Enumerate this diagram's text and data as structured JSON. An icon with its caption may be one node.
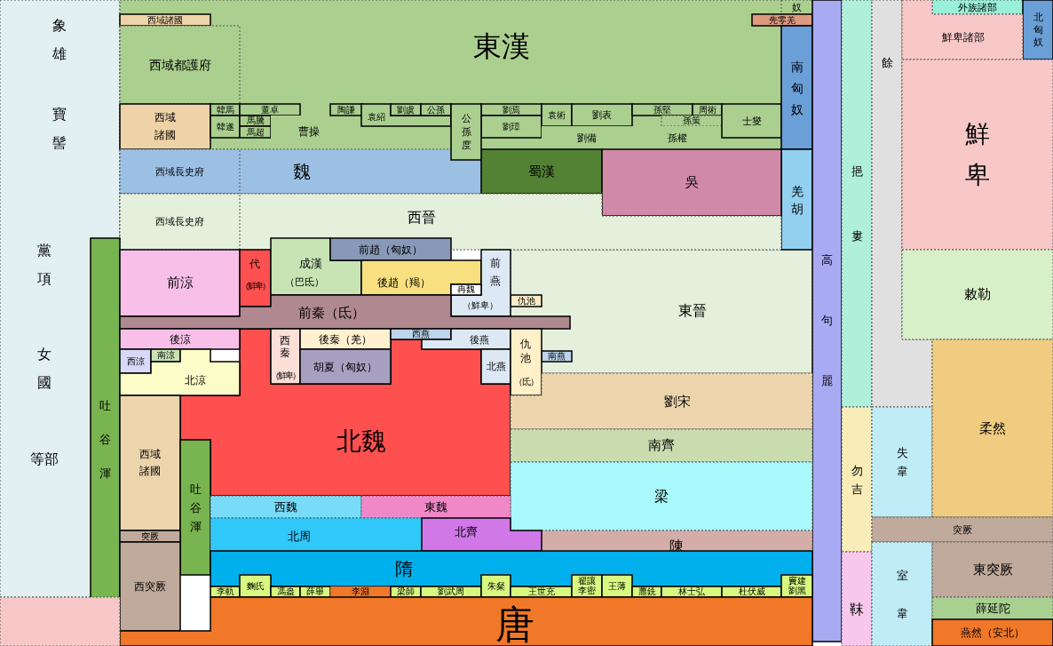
{
  "diagram": {
    "nodes": [
      {
        "text": [
          "象雄",
          "寶髻",
          "黨項",
          "女國",
          "等部"
        ]
      },
      {
        "text": [
          "東漢"
        ]
      },
      {
        "text": [
          "奴"
        ],
        "in": 1
      },
      {
        "text": [
          "西域諸國"
        ],
        "in": 1
      },
      {
        "text": [
          "先零羌"
        ],
        "in": 1
      },
      {
        "text": [
          "西域都護府"
        ],
        "in": 1
      },
      {
        "text": [
          "南匈奴"
        ]
      },
      {
        "text": [
          "西域諸國"
        ],
        "in": 1
      },
      {
        "text": [
          "韓馬"
        ],
        "in": 1
      },
      {
        "text": [
          "韓遂"
        ],
        "in": 1
      },
      {
        "text": [
          "董卓"
        ],
        "in": 1
      },
      {
        "text": [
          "馬騰"
        ],
        "in": 1
      },
      {
        "text": [
          "馬超"
        ],
        "in": 1
      },
      {
        "text": [
          "曹操"
        ],
        "in": 1
      },
      {
        "text": [
          "陶謙"
        ],
        "in": 1
      },
      {
        "text": [
          "袁紹"
        ],
        "in": 1
      },
      {
        "text": [
          "劉虞"
        ],
        "in": 1
      },
      {
        "text": [
          "公孫"
        ],
        "in": 1
      },
      {
        "text": [
          "公孫度"
        ]
      },
      {
        "text": [
          "劉焉"
        ],
        "in": 1
      },
      {
        "text": [
          "劉璋"
        ],
        "in": 1
      },
      {
        "text": [
          "袁術"
        ],
        "in": 1
      },
      {
        "text": [
          "劉表"
        ],
        "in": 1
      },
      {
        "text": [
          "劉備"
        ],
        "in": 1
      },
      {
        "text": [
          "孫堅"
        ],
        "in": 1
      },
      {
        "text": [
          "周術"
        ],
        "in": 1
      },
      {
        "text": [
          "孫策"
        ],
        "in": 1
      },
      {
        "text": [
          "孫權"
        ],
        "in": 1
      },
      {
        "text": [
          "士燮"
        ],
        "in": 1
      },
      {
        "text": [
          "羌胡"
        ]
      },
      {
        "text": [
          "高句麗"
        ]
      },
      {
        "text": [
          "挹婁"
        ]
      },
      {
        "text": [
          "勿吉"
        ]
      },
      {
        "text": [
          "靺"
        ]
      },
      {
        "text": [
          "餘"
        ]
      },
      {
        "text": [
          "外族諸部"
        ]
      },
      {
        "text": [
          "北匈奴"
        ]
      },
      {
        "text": [
          "鮮卑諸部"
        ]
      },
      {
        "text": [
          "鮮卑"
        ]
      },
      {
        "text": [
          "敕勒"
        ]
      },
      {
        "text": [
          "失韋"
        ]
      },
      {
        "text": [
          "柔然"
        ]
      },
      {
        "text": [
          "突厥"
        ]
      },
      {
        "text": [
          "室韋"
        ]
      },
      {
        "text": [
          "東突厥"
        ]
      },
      {
        "text": [
          "薛延陀"
        ]
      },
      {
        "text": [
          "燕然（安北）"
        ]
      },
      {
        "text": [
          "魏"
        ]
      },
      {
        "text": [
          "西域長史府"
        ],
        "in": 47
      },
      {
        "text": [
          "蜀漢"
        ]
      },
      {
        "text": [
          "吳"
        ]
      },
      {
        "text": [
          "西晉"
        ]
      },
      {
        "text": [
          "西域長史府"
        ],
        "in": 51
      },
      {
        "text": [
          "吐谷渾"
        ]
      },
      {
        "text": [
          "前涼"
        ]
      },
      {
        "text": [
          "代",
          "（鮮卑）"
        ]
      },
      {
        "text": [
          "成漢",
          "（巴氐）"
        ]
      },
      {
        "text": [
          "前趙（匈奴）"
        ]
      },
      {
        "text": [
          "後趙（羯）"
        ]
      },
      {
        "text": [
          "前燕",
          "（鮮卑）"
        ]
      },
      {
        "text": [
          "冉魏"
        ]
      },
      {
        "text": [
          "東晉"
        ]
      },
      {
        "text": [
          "仇池"
        ],
        "in": 61
      },
      {
        "text": [
          "前秦（氐）"
        ]
      },
      {
        "text": [
          "後涼"
        ]
      },
      {
        "text": [
          "西涼"
        ]
      },
      {
        "text": [
          "南涼"
        ]
      },
      {
        "text": [
          "北涼"
        ]
      },
      {
        "text": [
          "西秦",
          "（鮮卑）"
        ]
      },
      {
        "text": [
          "後秦（羌）"
        ]
      },
      {
        "text": [
          "胡夏（匈奴）"
        ]
      },
      {
        "text": [
          "西燕"
        ]
      },
      {
        "text": [
          "後燕"
        ]
      },
      {
        "text": [
          "北燕"
        ]
      },
      {
        "text": [
          "仇池",
          "（氐）"
        ]
      },
      {
        "text": [
          "南燕"
        ],
        "in": 61
      },
      {
        "text": [
          "北魏"
        ]
      },
      {
        "text": [
          "劉宋"
        ]
      },
      {
        "text": [
          "南齊"
        ]
      },
      {
        "text": [
          "梁"
        ]
      },
      {
        "text": [
          "陳"
        ]
      },
      {
        "text": [
          "西域諸國"
        ]
      },
      {
        "text": [
          "吐谷渾"
        ]
      },
      {
        "text": [
          "突厥"
        ]
      },
      {
        "text": [
          "西突厥"
        ]
      },
      {
        "text": [
          "西魏"
        ]
      },
      {
        "text": [
          "東魏"
        ]
      },
      {
        "text": [
          "北周"
        ]
      },
      {
        "text": [
          "北齊"
        ]
      },
      {
        "text": [
          "隋"
        ]
      },
      {
        "text": [
          "李軌"
        ]
      },
      {
        "text": [
          "麴氏"
        ]
      },
      {
        "text": [
          "馮盎"
        ]
      },
      {
        "text": [
          "薛舉"
        ]
      },
      {
        "text": [
          "李淵"
        ]
      },
      {
        "text": [
          "梁師"
        ]
      },
      {
        "text": [
          "劉武周"
        ]
      },
      {
        "text": [
          "朱粲"
        ]
      },
      {
        "text": [
          "王世充"
        ]
      },
      {
        "text": [
          "翟讓",
          "李密"
        ]
      },
      {
        "text": [
          "王薄"
        ]
      },
      {
        "text": [
          "蕭銑"
        ]
      },
      {
        "text": [
          "林士弘"
        ]
      },
      {
        "text": [
          "杜伏威"
        ]
      },
      {
        "text": [
          "竇建",
          "劉黑"
        ]
      },
      {
        "text": [
          "唐"
        ]
      },
      {
        "text": [],
        "shape": "box"
      }
    ]
  }
}
